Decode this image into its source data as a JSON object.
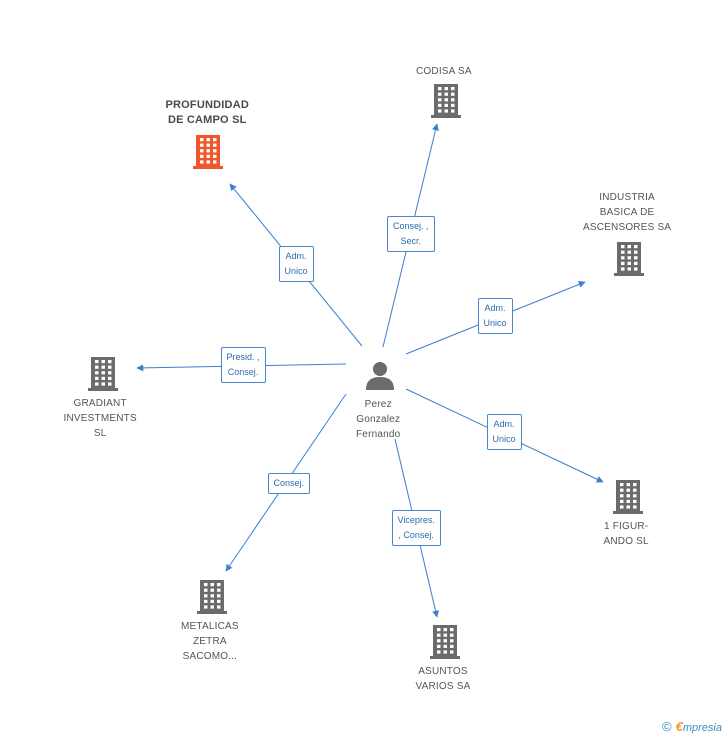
{
  "center": {
    "name_lines": [
      "Perez",
      "Gonzalez",
      "Fernando"
    ],
    "icon": "person-icon"
  },
  "companies": [
    {
      "id": "profundidad",
      "name_lines": [
        "PROFUNDIDAD",
        "DE CAMPO SL"
      ],
      "icon": "building-icon",
      "color": "#f0562a",
      "highlight": true
    },
    {
      "id": "codisa",
      "name_lines": [
        "CODISA SA"
      ],
      "icon": "building-icon",
      "color": "#6b6b6b"
    },
    {
      "id": "industria",
      "name_lines": [
        "INDUSTRIA",
        "BASICA DE",
        "ASCENSORES SA"
      ],
      "icon": "building-icon",
      "color": "#6b6b6b"
    },
    {
      "id": "gradiant",
      "name_lines": [
        "GRADIANT",
        "INVESTMENTS",
        "SL"
      ],
      "icon": "building-icon",
      "color": "#6b6b6b"
    },
    {
      "id": "figurando",
      "name_lines": [
        "1 FIGUR-",
        "ANDO SL"
      ],
      "icon": "building-icon",
      "color": "#6b6b6b"
    },
    {
      "id": "metalicas",
      "name_lines": [
        "METALICAS",
        "ZETRA",
        "SACOMO..."
      ],
      "icon": "building-icon",
      "color": "#6b6b6b"
    },
    {
      "id": "asuntos",
      "name_lines": [
        "ASUNTOS",
        "VARIOS SA"
      ],
      "icon": "building-icon",
      "color": "#6b6b6b"
    }
  ],
  "relations": [
    {
      "to": "profundidad",
      "lines": [
        "Adm.",
        "Unico"
      ]
    },
    {
      "to": "codisa",
      "lines": [
        "Consej. ,",
        "Secr."
      ]
    },
    {
      "to": "industria",
      "lines": [
        "Adm.",
        "Unico"
      ]
    },
    {
      "to": "gradiant",
      "lines": [
        "Presid. ,",
        "Consej."
      ]
    },
    {
      "to": "figurando",
      "lines": [
        "Adm.",
        "Unico"
      ]
    },
    {
      "to": "metalicas",
      "lines": [
        "Consej."
      ]
    },
    {
      "to": "asuntos",
      "lines": [
        "Vicepres.",
        ", Consej."
      ]
    }
  ],
  "colors": {
    "edge": "#3a7fd0",
    "relation_border": "#4a86c8",
    "relation_text": "#2c6cb0",
    "building": "#6b6b6b",
    "building_highlight": "#f0562a",
    "person": "#6b6b6b"
  },
  "footer": {
    "copyright": "©",
    "brand_initial": "€",
    "brand_rest": "mpresia"
  }
}
